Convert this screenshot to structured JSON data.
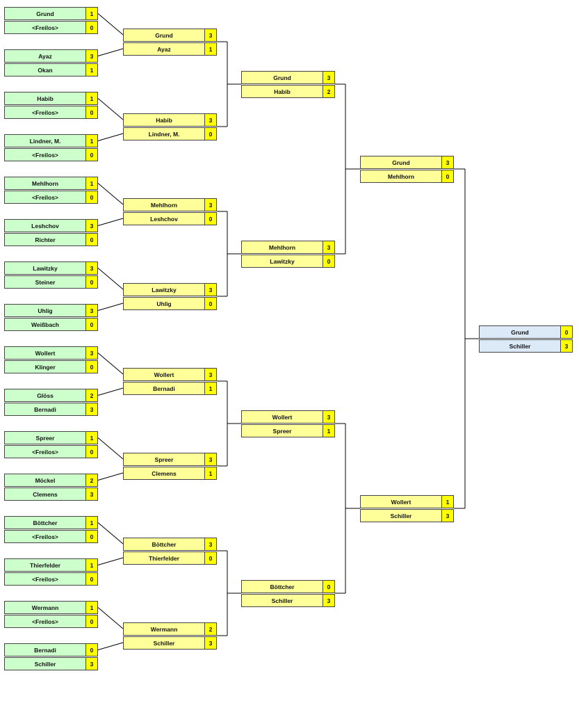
{
  "colors": {
    "first_round": "#ccffcc",
    "later_rounds": "#ffff99",
    "score_cell": "#ffff00",
    "final": "#dce9f7",
    "lines": "#000000"
  },
  "rounds": [
    [
      [
        [
          "Grund",
          "1"
        ],
        [
          "<Freilos>",
          "0"
        ]
      ],
      [
        [
          "Ayaz",
          "3"
        ],
        [
          "Okan",
          "1"
        ]
      ],
      [
        [
          "Habib",
          "1"
        ],
        [
          "<Freilos>",
          "0"
        ]
      ],
      [
        [
          "Lindner, M.",
          "1"
        ],
        [
          "<Freilos>",
          "0"
        ]
      ],
      [
        [
          "Mehlhorn",
          "1"
        ],
        [
          "<Freilos>",
          "0"
        ]
      ],
      [
        [
          "Leshchov",
          "3"
        ],
        [
          "Richter",
          "0"
        ]
      ],
      [
        [
          "Lawitzky",
          "3"
        ],
        [
          "Steiner",
          "0"
        ]
      ],
      [
        [
          "Uhlig",
          "3"
        ],
        [
          "Weißbach",
          "0"
        ]
      ],
      [
        [
          "Wollert",
          "3"
        ],
        [
          "Klinger",
          "0"
        ]
      ],
      [
        [
          "Glöss",
          "2"
        ],
        [
          "Bernadi",
          "3"
        ]
      ],
      [
        [
          "Spreer",
          "1"
        ],
        [
          "<Freilos>",
          "0"
        ]
      ],
      [
        [
          "Möckel",
          "2"
        ],
        [
          "Clemens",
          "3"
        ]
      ],
      [
        [
          "Böttcher",
          "1"
        ],
        [
          "<Freilos>",
          "0"
        ]
      ],
      [
        [
          "Thierfelder",
          "1"
        ],
        [
          "<Freilos>",
          "0"
        ]
      ],
      [
        [
          "Wermann",
          "1"
        ],
        [
          "<Freilos>",
          "0"
        ]
      ],
      [
        [
          "Bernadi",
          "0"
        ],
        [
          "Schiller",
          "3"
        ]
      ]
    ],
    [
      [
        [
          "Grund",
          "3"
        ],
        [
          "Ayaz",
          "1"
        ]
      ],
      [
        [
          "Habib",
          "3"
        ],
        [
          "Lindner, M.",
          "0"
        ]
      ],
      [
        [
          "Mehlhorn",
          "3"
        ],
        [
          "Leshchov",
          "0"
        ]
      ],
      [
        [
          "Lawitzky",
          "3"
        ],
        [
          "Uhlig",
          "0"
        ]
      ],
      [
        [
          "Wollert",
          "3"
        ],
        [
          "Bernadi",
          "1"
        ]
      ],
      [
        [
          "Spreer",
          "3"
        ],
        [
          "Clemens",
          "1"
        ]
      ],
      [
        [
          "Böttcher",
          "3"
        ],
        [
          "Thierfelder",
          "0"
        ]
      ],
      [
        [
          "Wermann",
          "2"
        ],
        [
          "Schiller",
          "3"
        ]
      ]
    ],
    [
      [
        [
          "Grund",
          "3"
        ],
        [
          "Habib",
          "2"
        ]
      ],
      [
        [
          "Mehlhorn",
          "3"
        ],
        [
          "Lawitzky",
          "0"
        ]
      ],
      [
        [
          "Wollert",
          "3"
        ],
        [
          "Spreer",
          "1"
        ]
      ],
      [
        [
          "Böttcher",
          "0"
        ],
        [
          "Schiller",
          "3"
        ]
      ]
    ],
    [
      [
        [
          "Grund",
          "3"
        ],
        [
          "Mehlhorn",
          "0"
        ]
      ],
      [
        [
          "Wollert",
          "1"
        ],
        [
          "Schiller",
          "3"
        ]
      ]
    ],
    [
      [
        [
          "Grund",
          "0"
        ],
        [
          "Schiller",
          "3"
        ]
      ]
    ]
  ]
}
